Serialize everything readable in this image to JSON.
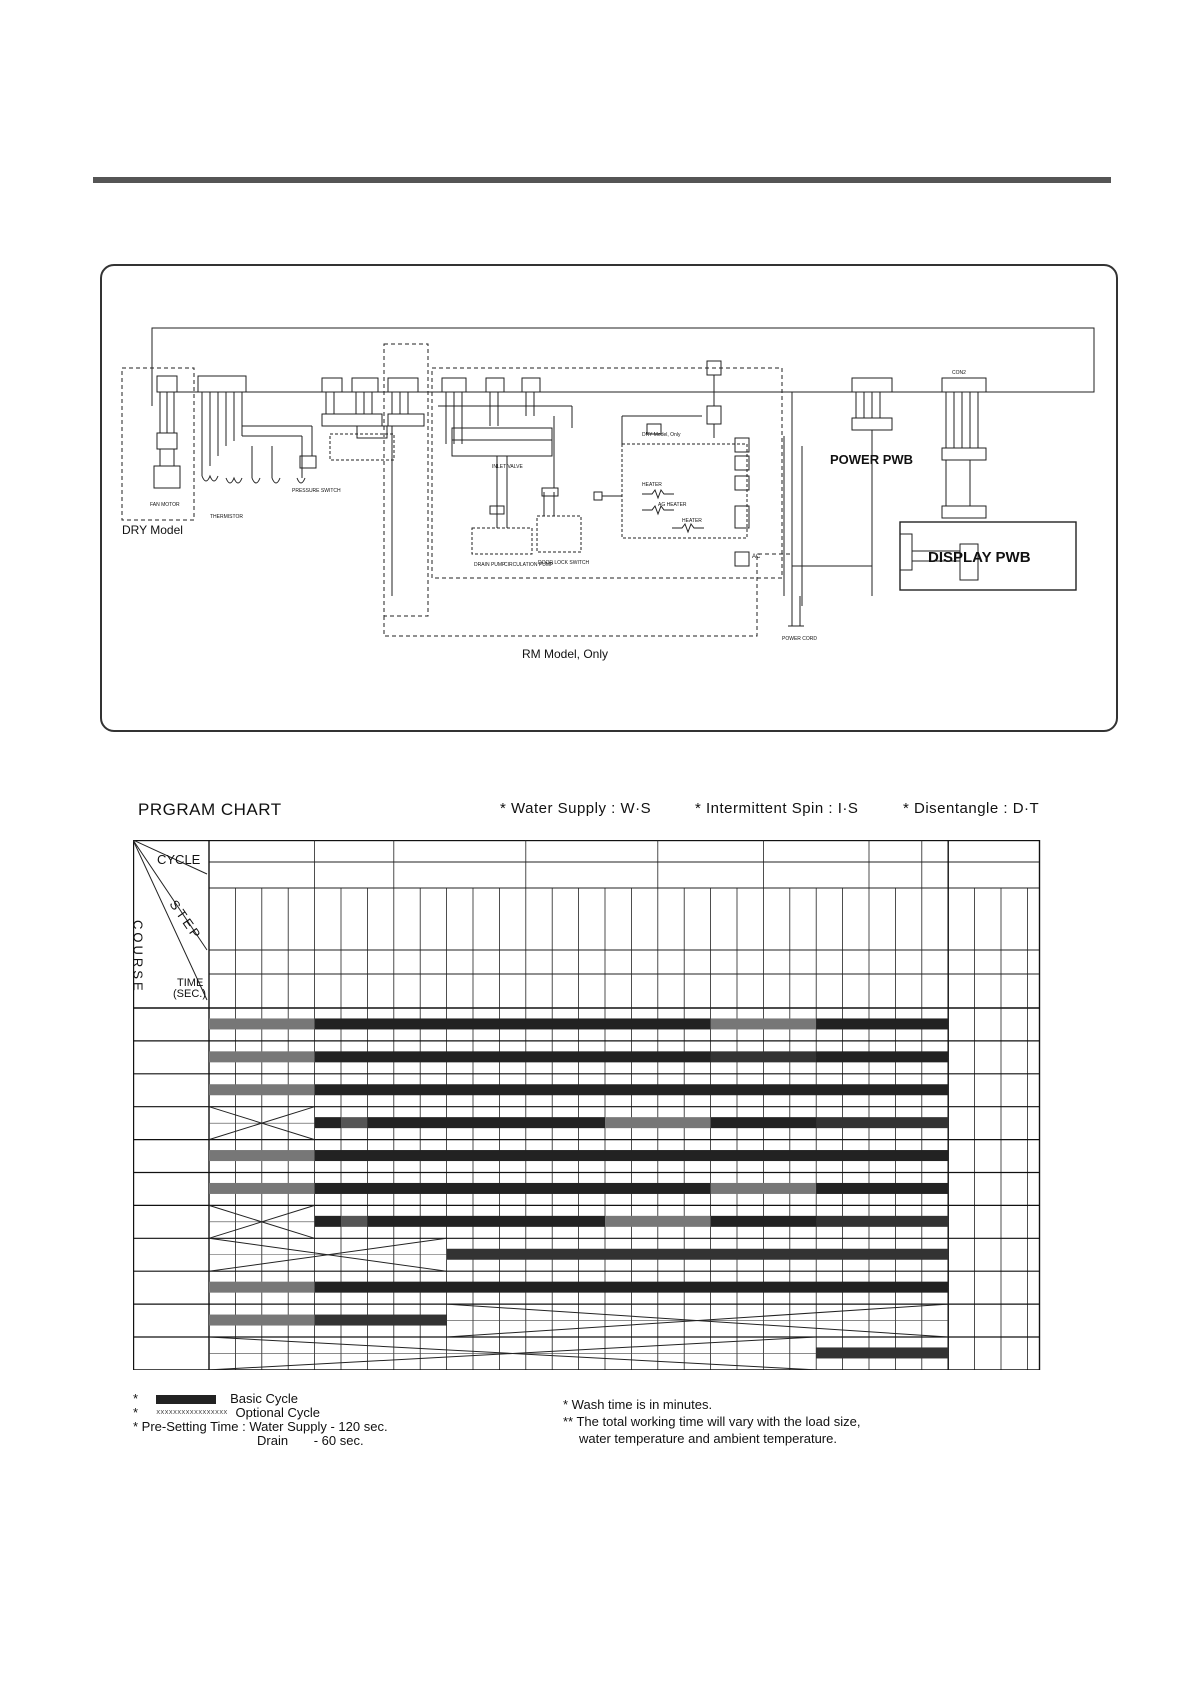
{
  "diagram": {
    "dry_model_label": "DRY Model",
    "rm_model_label": "RM Model, Only",
    "power_pwb_label": "POWER PWB",
    "display_pwb_label": "DISPLAY PWB",
    "fan_motor_label": "FAN MOTOR",
    "thermistor_label": "THERMISTOR",
    "pressure_switch_label": "PRESSURE SWITCH",
    "inlet_valve_label": "INLET VALVE",
    "drain_pump_label": "DRAIN PUMP",
    "circulation_pump_label": "CIRCULATION PUMP",
    "door_lock_switch_label": "DOOR LOCK SWITCH",
    "power_cord_label": "POWER CORD",
    "dry_model_only_label": "DRY Model, Only",
    "heater_label": "HEATER",
    "ag_heater_label": "AG HEATER",
    "steam_heater_label": "HEATER",
    "con2_label": "CON2",
    "ac_label": "AC"
  },
  "chart": {
    "title": "PRGRAM CHART",
    "abbr_water_supply": "* Water Supply : W·S",
    "abbr_intermittent_spin": "* Intermittent Spin : I·S",
    "abbr_disentangle": "* Disentangle : D·T",
    "corner_cycle": "CYCLE",
    "corner_step": "STEP",
    "corner_course": "COURSE",
    "corner_time": "TIME",
    "corner_time_unit": "(SEC.)"
  },
  "notes": {
    "basic_cycle": "Basic Cycle",
    "optional_cycle": "Optional Cycle",
    "optional_pattern": "xxxxxxxxxxxxxxxxx",
    "presetting_label": "* Pre-Setting Time : Water Supply - 120 sec.",
    "drain_label": "Drain",
    "drain_value": "-  60 sec.",
    "wash_time_note": "* Wash time is in minutes.",
    "working_time_note_1": "** The total working time will vary with the load size,",
    "working_time_note_2": "water temperature and ambient temperature."
  }
}
